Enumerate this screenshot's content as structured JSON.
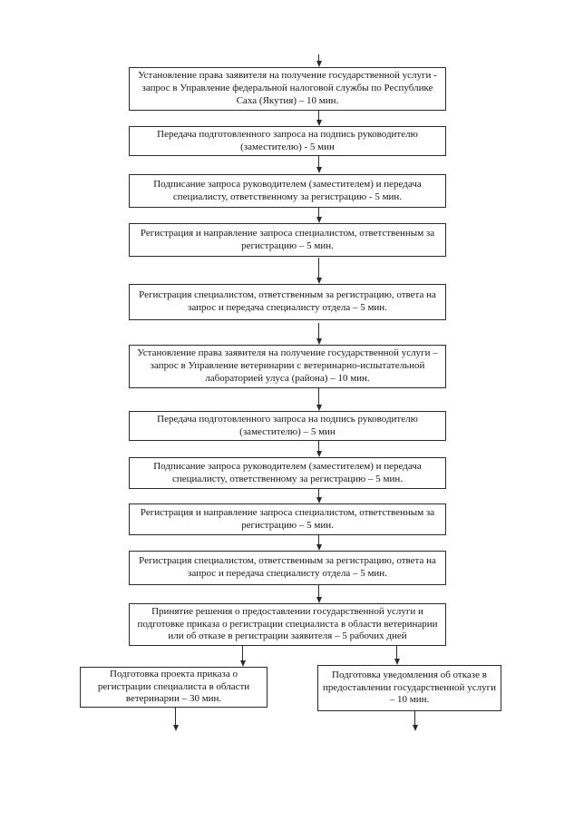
{
  "flow": {
    "steps": [
      "Установление права заявителя на получение государственной услуги - запрос в Управление федеральной налоговой службы по Республике Саха (Якутия) – 10 мин.",
      "Передача подготовленного запроса на подпись руководителю (заместителю) - 5 мин",
      "Подписание запроса руководителем (заместителем) и передача специалисту, ответственному за регистрацию - 5 мин.",
      "Регистрация и направление запроса специалистом, ответственным за регистрацию – 5 мин.",
      "Регистрация специалистом, ответственным за регистрацию, ответа на запрос и передача специалисту отдела – 5 мин.",
      "Установление права заявителя на получение государственной услуги – запрос в Управление ветеринарии с ветеринарно-испытательной лабораторией улуса (района) – 10 мин.",
      "Передача подготовленного запроса на подпись руководителю (заместителю) – 5 мин",
      "Подписание запроса руководителем (заместителем) и передача специалисту, ответственному за регистрацию – 5 мин.",
      "Регистрация и направление запроса специалистом, ответственным за регистрацию – 5 мин.",
      "Регистрация специалистом, ответственным за регистрацию, ответа на запрос и передача специалисту отдела – 5 мин.",
      "Принятие решения о предоставлении государственной услуги и подготовке приказа о регистрации специалиста в области ветеринарии или об отказе в регистрации заявителя – 5 рабочих дней"
    ],
    "branches": {
      "left": "Подготовка проекта приказа о регистрации специалиста в области ветеринарии – 30 мин.",
      "right": "Подготовка уведомления об отказе в предоставлении государственной услуги – 10 мин."
    },
    "colors": {
      "box_border": "#2b2b2b",
      "arrow": "#2b2b2b",
      "text": "#161616",
      "background": "#ffffff"
    }
  }
}
